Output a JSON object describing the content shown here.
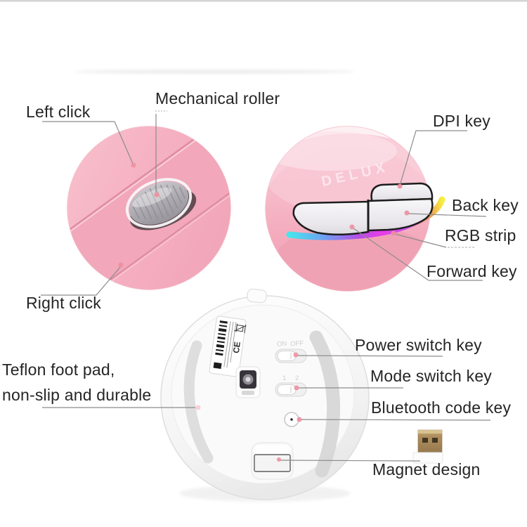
{
  "callouts": {
    "left_click": "Left click",
    "mechanical_roller": "Mechanical roller",
    "right_click": "Right click",
    "dpi_key": "DPI key",
    "back_key": "Back key",
    "rgb_strip": "RGB strip",
    "forward_key": "Forward key",
    "teflon_foot_pad_line1": "Teflon foot pad,",
    "teflon_foot_pad_line2": "non-slip and durable",
    "power_switch_key": "Power switch key",
    "mode_switch_key": "Mode switch key",
    "bluetooth_code_key": "Bluetooth code key",
    "magnet_design": "Magnet design"
  },
  "device": {
    "brand": "DELUX",
    "bottom_markings": {
      "power_on": "ON",
      "power_off": "OFF",
      "mode_1": "1",
      "mode_2": "2",
      "ce_mark": "CE"
    }
  },
  "colors": {
    "mouse_pink": "#f4adbe",
    "mouse_pink_light": "#f9cdd7",
    "callout_dot": "#ee8fa0",
    "callout_line": "#8c8c8c",
    "label_text": "#252525",
    "rgb_strip_gradient": [
      "#45e6ec",
      "#6f9df2",
      "#e83ee8",
      "#f7ef3f"
    ],
    "dongle_gold": "#a98a5f",
    "bottom_shell": "#f5f5f5"
  }
}
